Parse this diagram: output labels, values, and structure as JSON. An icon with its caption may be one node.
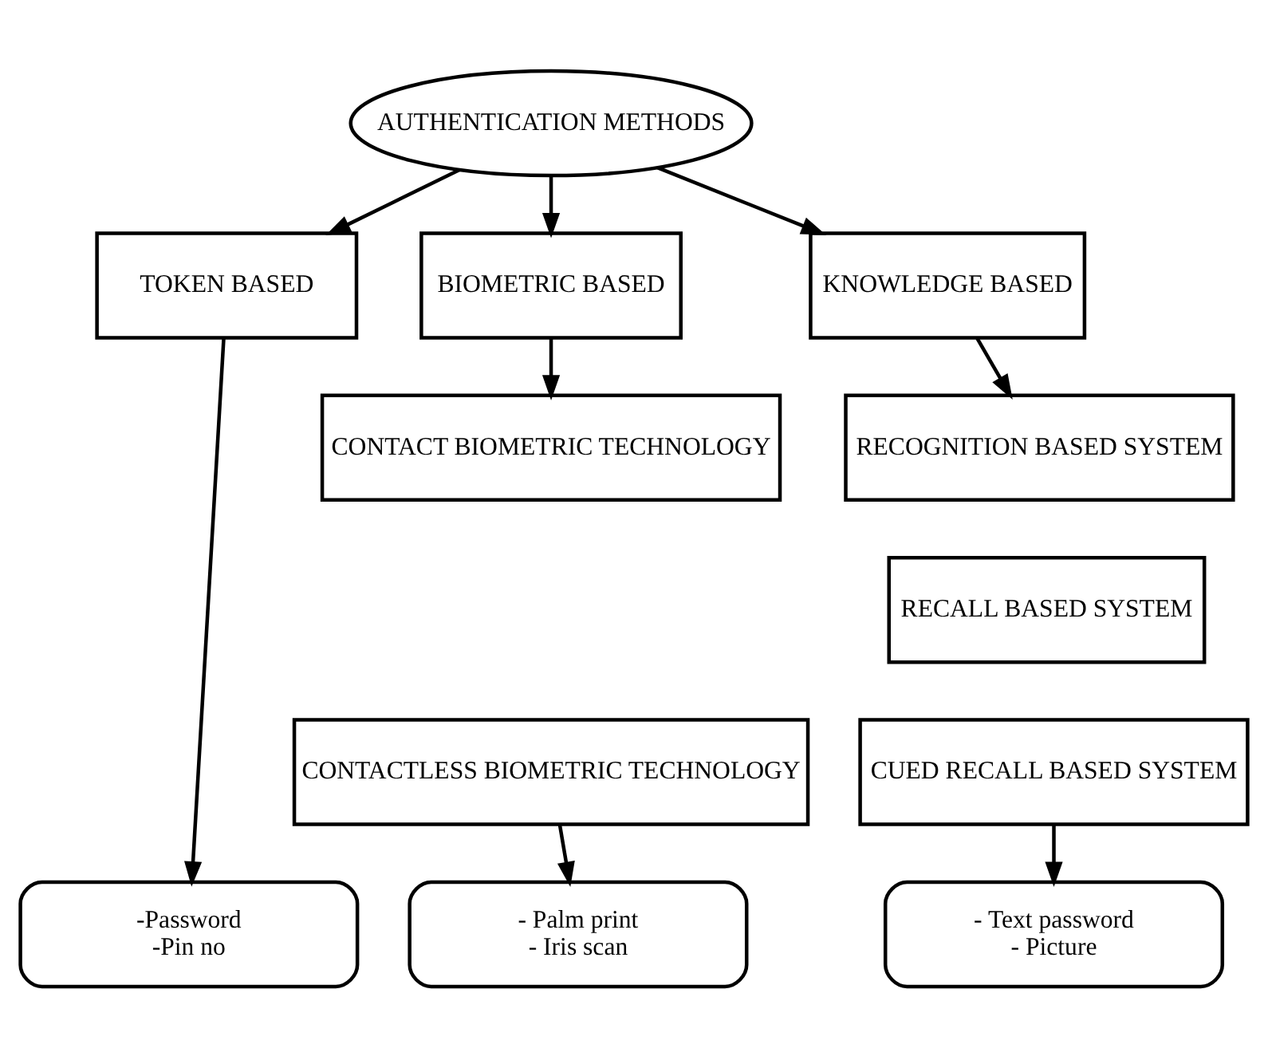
{
  "diagram": {
    "nodes": [
      {
        "text": [
          "AUTHENTICATION METHODS"
        ]
      },
      {
        "text": [
          "TOKEN BASED"
        ]
      },
      {
        "text": [
          "BIOMETRIC BASED"
        ]
      },
      {
        "text": [
          "KNOWLEDGE BASED"
        ]
      },
      {
        "text": [
          "CONTACT BIOMETRIC TECHNOLOGY"
        ]
      },
      {
        "text": [
          "CONTACTLESS BIOMETRIC TECHNOLOGY"
        ]
      },
      {
        "text": [
          "RECOGNITION BASED SYSTEM"
        ]
      },
      {
        "text": [
          "RECALL BASED SYSTEM"
        ]
      },
      {
        "text": [
          "CUED RECALL BASED SYSTEM"
        ]
      },
      {
        "text": [
          "-Password",
          "-Pin no"
        ]
      },
      {
        "text": [
          "- Palm print",
          "- Iris scan"
        ]
      },
      {
        "text": [
          "- Text password",
          "- Picture"
        ]
      }
    ],
    "edges": [
      {
        "from": 0,
        "to": 1,
        "arrow": "to"
      },
      {
        "from": 0,
        "to": 2,
        "arrow": "to"
      },
      {
        "from": 0,
        "to": 3,
        "arrow": "to"
      },
      {
        "from": 2,
        "to": 4,
        "arrow": "to"
      },
      {
        "from": 3,
        "to": 6,
        "arrow": "to"
      },
      {
        "from": 1,
        "to": 9,
        "arrow": "to"
      },
      {
        "from": 5,
        "to": 10,
        "arrow": "to"
      },
      {
        "from": 8,
        "to": 11,
        "arrow": "to"
      }
    ]
  }
}
